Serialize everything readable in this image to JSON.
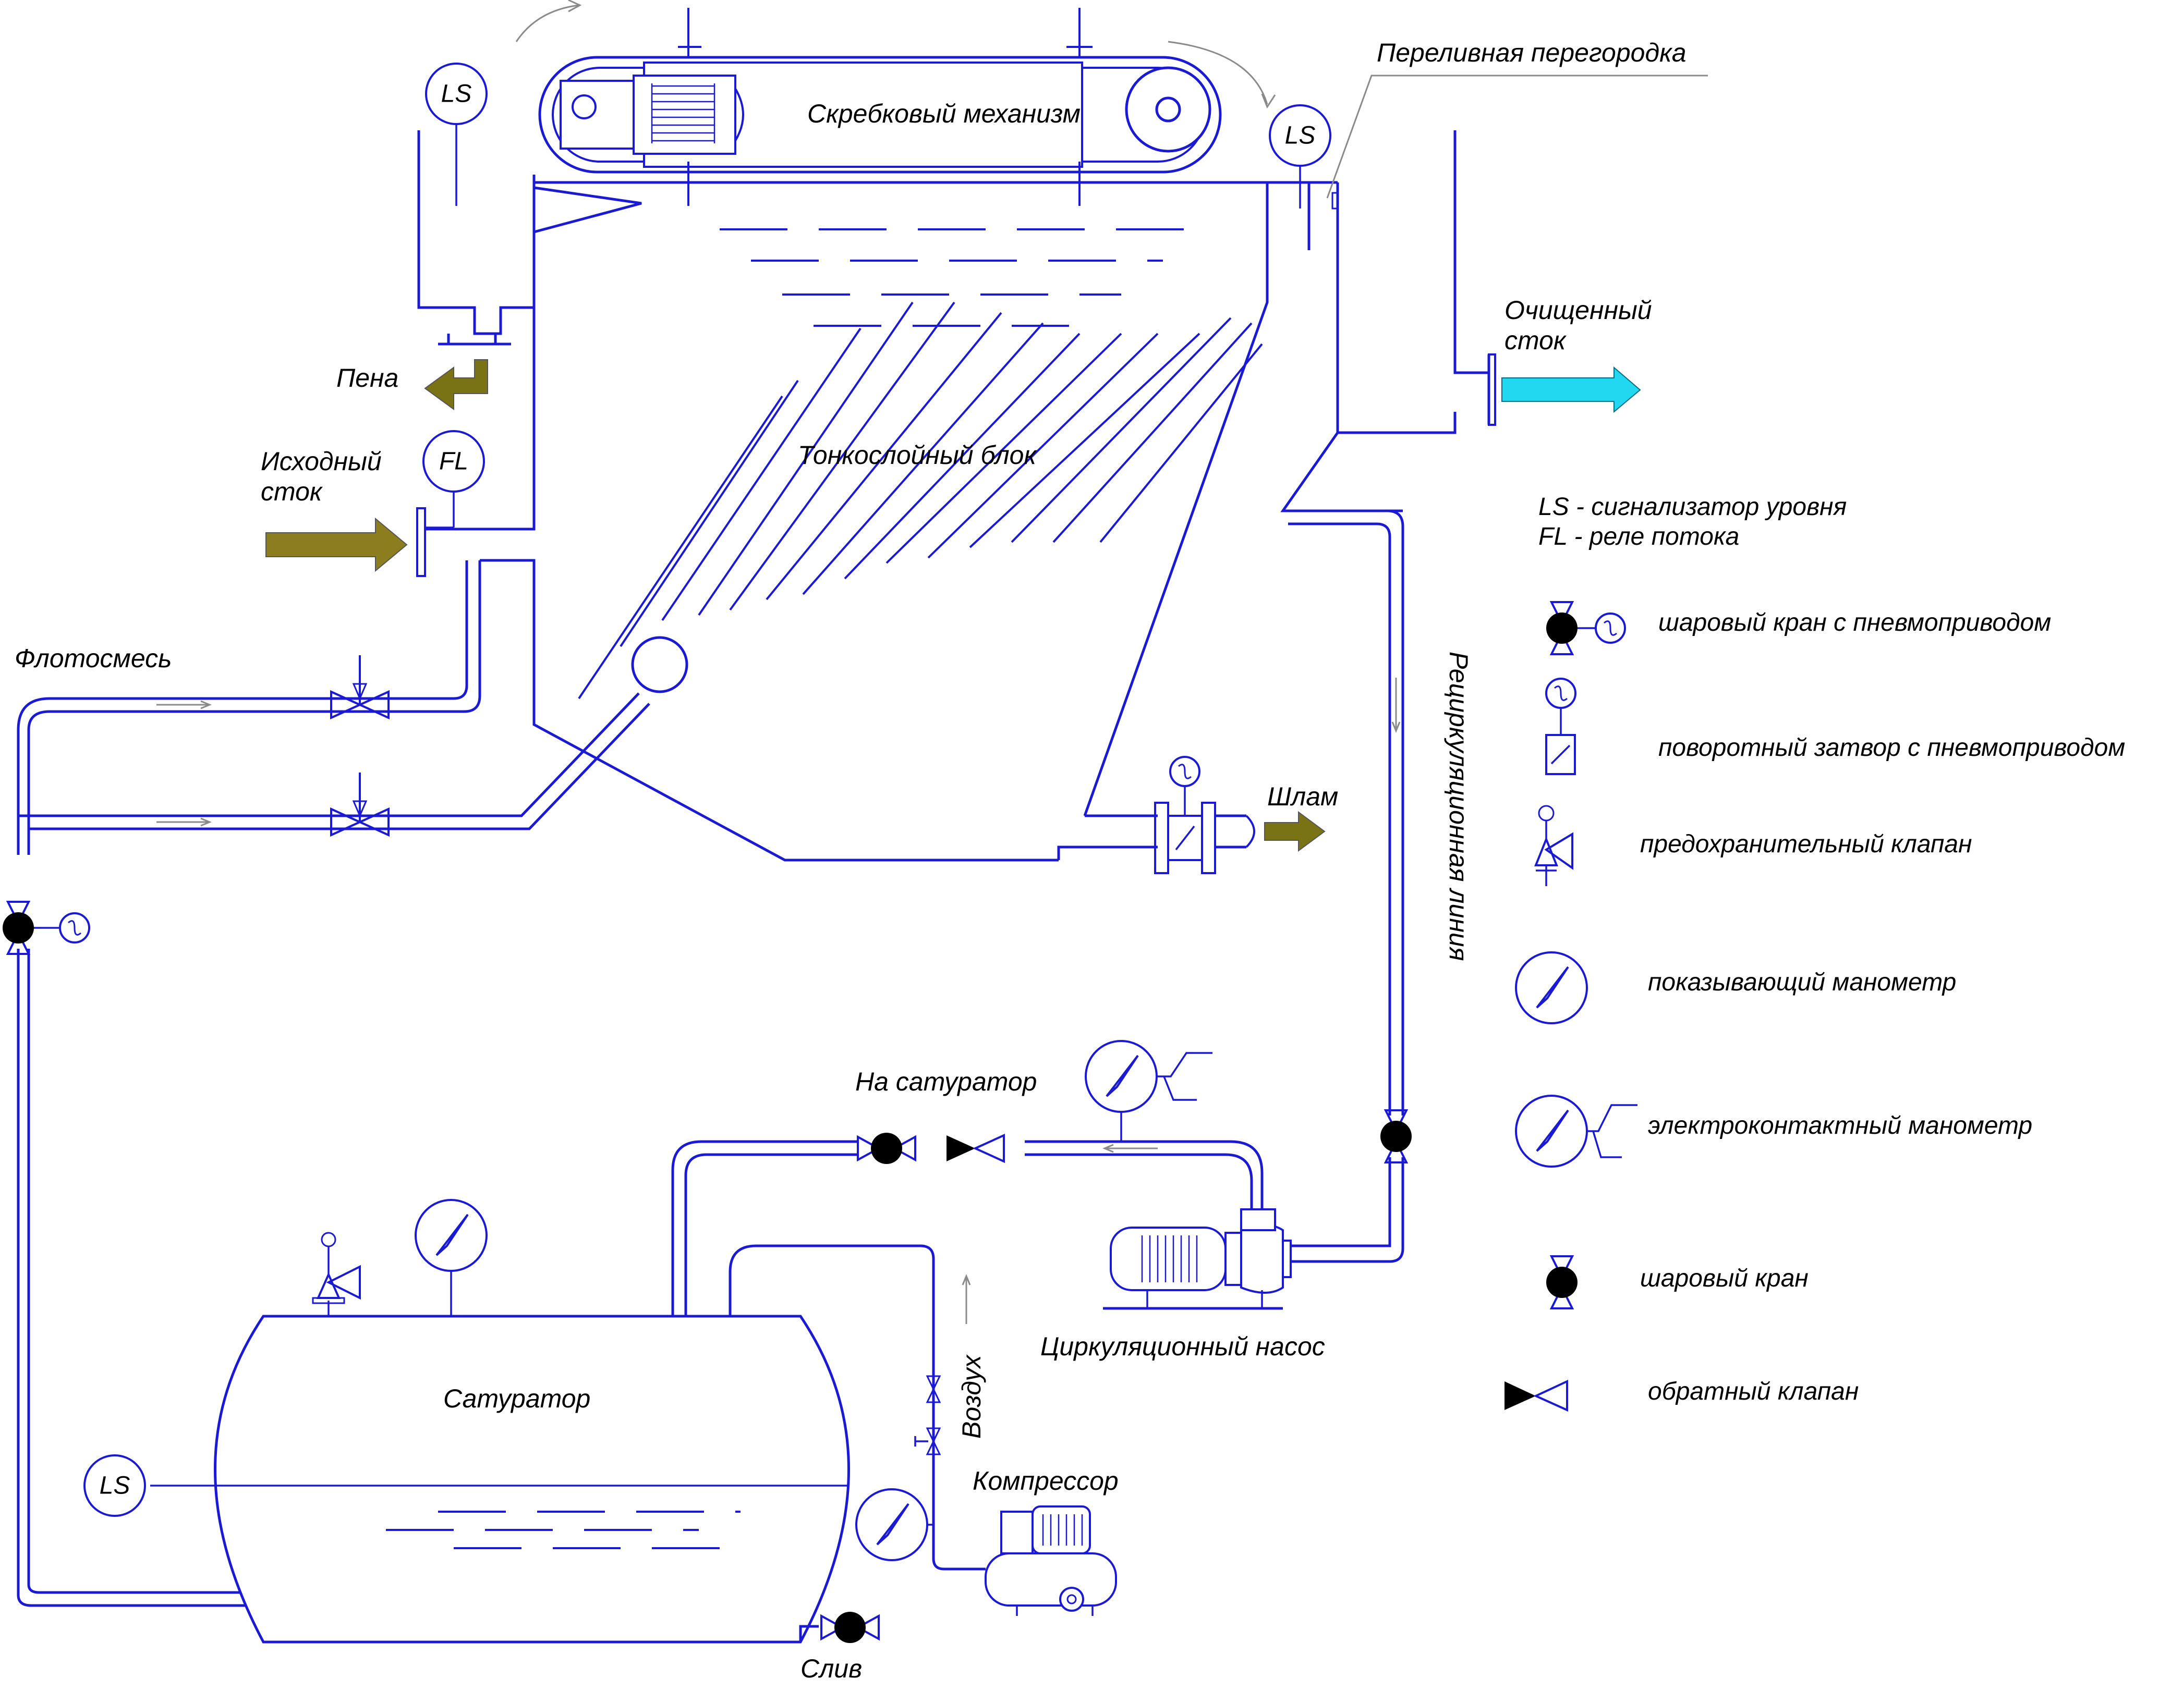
{
  "colors": {
    "line": "#1a1ad6",
    "olive": "#7a7315",
    "feed": "#8c7d1e",
    "cyan": "#22d8f0",
    "gray": "#8a8a8a",
    "black": "#000000"
  },
  "labels": {
    "scraper": "Скребковый механизм",
    "overflow": "Переливная перегородка",
    "foam": "Пена",
    "clean_line1": "Очищенный",
    "clean_line2": "сток",
    "thin_layer": "Тонкослойный блок",
    "source_line1": "Исходный",
    "source_line2": "сток",
    "flotomix": "Флотосмесь",
    "sludge": "Шлам",
    "recirc": "Рециркуляционная линия",
    "to_saturator": "На сатуратор",
    "pump": "Циркуляционный насос",
    "air": "Воздух",
    "compressor": "Компрессор",
    "saturator": "Сатуратор",
    "drain": "Слив"
  },
  "instruments": {
    "ls": "LS",
    "fl": "FL"
  },
  "legend": {
    "ls": "LS - сигнализатор уровня",
    "fl": "FL - реле потока",
    "ball_pneumatic": "шаровый кран с пневмоприводом",
    "butterfly_pneumatic": "поворотный затвор с пневмоприводом",
    "safety_valve": "предохранительный клапан",
    "gauge": "показывающий манометр",
    "electro_gauge": "электроконтактный манометр",
    "ball_valve": "шаровый кран",
    "check_valve": "обратный клапан"
  }
}
